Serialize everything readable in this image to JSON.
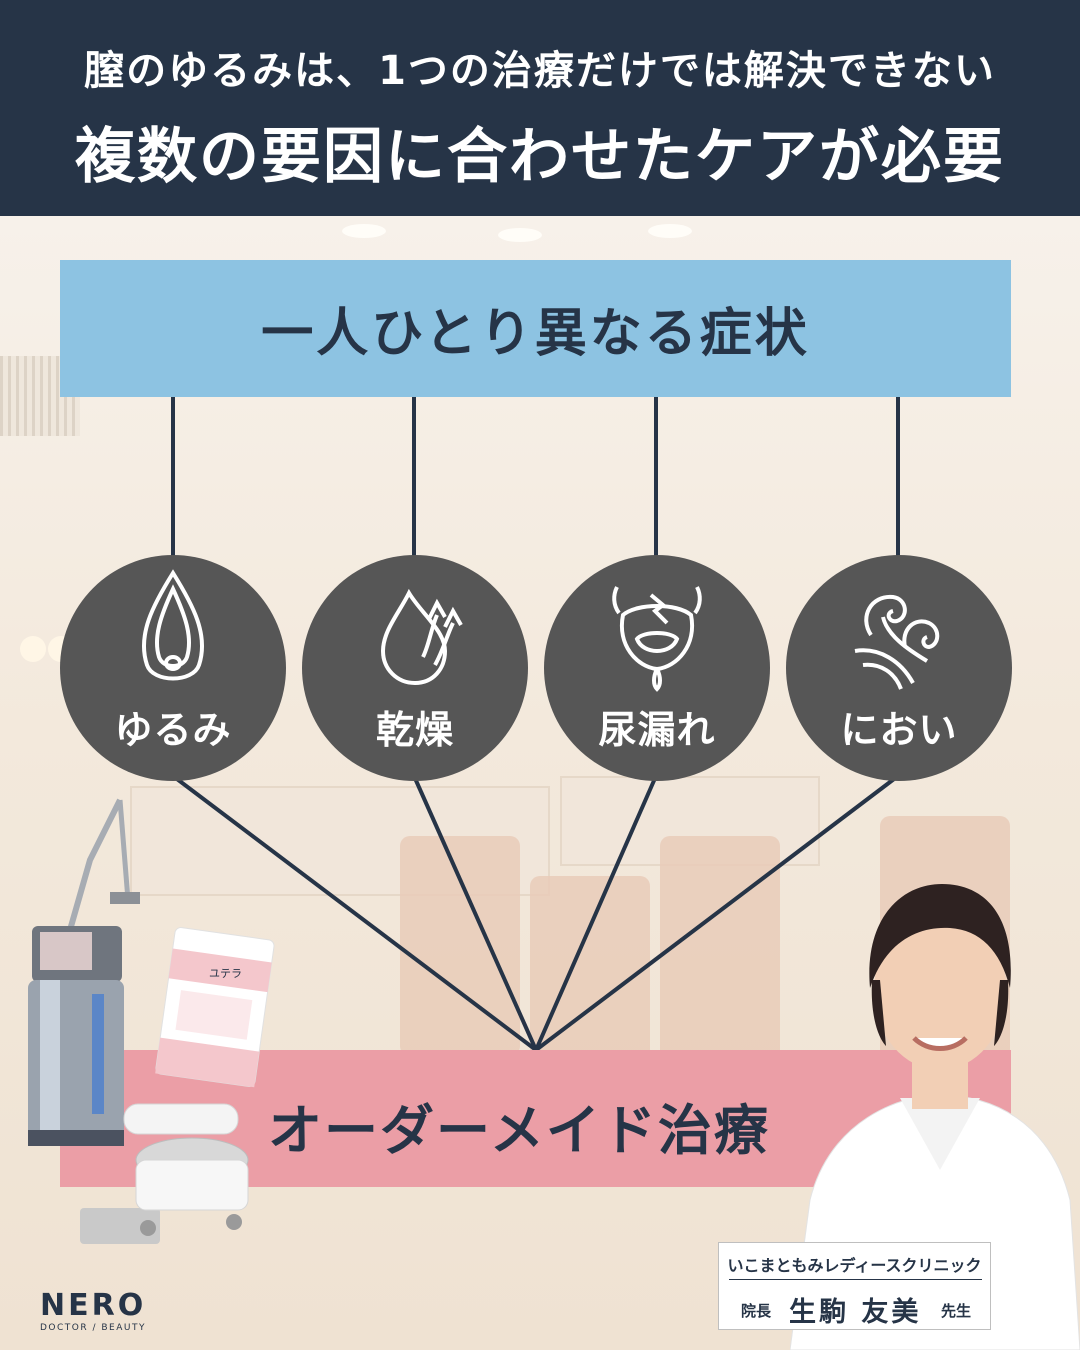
{
  "header": {
    "line1": "膣のゆるみは、1つの治療だけでは解決できない",
    "line2": "複数の要因に合わせたケアが必要"
  },
  "symptom_bar": {
    "label": "一人ひとり異なる症状"
  },
  "symptoms": [
    {
      "label": "ゆるみ",
      "icon": "loose-icon"
    },
    {
      "label": "乾燥",
      "icon": "droplet-icon"
    },
    {
      "label": "尿漏れ",
      "icon": "bladder-icon"
    },
    {
      "label": "におい",
      "icon": "odor-icon"
    }
  ],
  "order_bar": {
    "label": "オーダーメイド治療"
  },
  "caption": {
    "clinic": "いこまともみレディースクリニック",
    "role": "院長",
    "name": "生駒 友美",
    "title": "先生"
  },
  "logo": {
    "brand": "NERO",
    "sub": "DOCTOR / BEAUTY"
  },
  "product": {
    "label": "ユテラ"
  },
  "colors": {
    "header_bg": "#263447",
    "symptom_bar": "#8dc3e2",
    "circle": "#565656",
    "order_bar": "#eb9ea6",
    "text_dark": "#263447"
  }
}
